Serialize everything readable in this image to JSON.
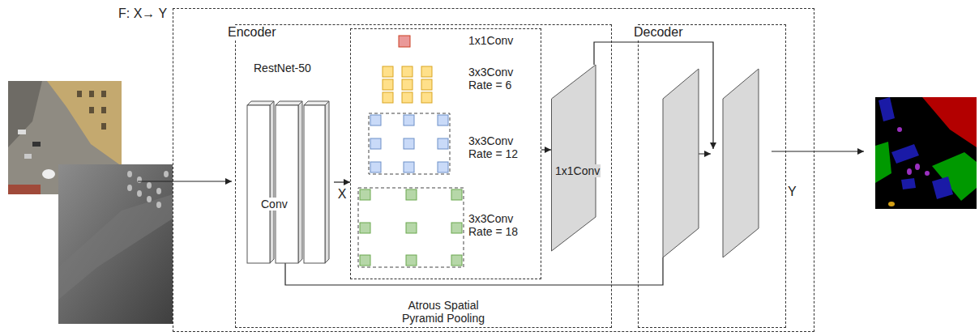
{
  "diagram": {
    "nodes": [
      {
        "text": [
          "F: X→ Y"
        ]
      },
      {
        "text": [
          "Encoder"
        ],
        "in": 0
      },
      {
        "text": [
          "RestNet-50",
          "Conv"
        ],
        "in": 1
      },
      {
        "text": [
          "Atrous Spatial Pyramid Pooling"
        ],
        "in": 1
      },
      {
        "text": [
          "1x1Conv"
        ],
        "in": 3
      },
      {
        "text": [
          "3x3Conv Rate = 6"
        ],
        "in": 3
      },
      {
        "text": [
          "3x3Conv Rate = 12"
        ],
        "in": 3
      },
      {
        "text": [
          "3x3Conv Rate = 18"
        ],
        "in": 3
      },
      {
        "text": [
          "1x1Conv"
        ],
        "in": 1
      },
      {
        "text": [
          "Decoder"
        ],
        "in": 0
      }
    ],
    "edges": [
      {
        "from": 2,
        "to": 3,
        "arrow": "to",
        "label": "X"
      },
      {
        "from": 3,
        "to": 8,
        "arrow": "to"
      }
    ],
    "labels": [
      "Y"
    ]
  }
}
